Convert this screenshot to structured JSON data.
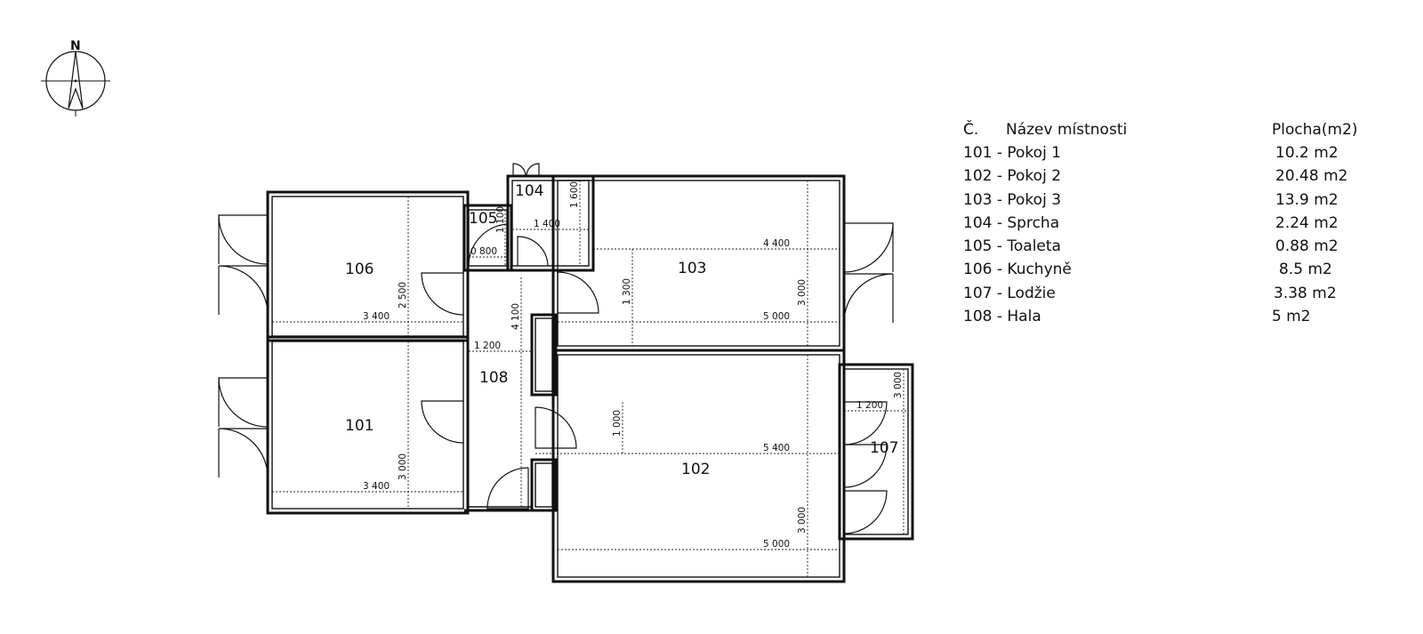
{
  "compass": {
    "label": "N"
  },
  "rooms": [
    {
      "id": "101",
      "label": "101"
    },
    {
      "id": "102",
      "label": "102"
    },
    {
      "id": "103",
      "label": "103"
    },
    {
      "id": "104",
      "label": "104"
    },
    {
      "id": "105",
      "label": "105"
    },
    {
      "id": "106",
      "label": "106"
    },
    {
      "id": "107",
      "label": "107"
    },
    {
      "id": "108",
      "label": "108"
    }
  ],
  "dimensions": [
    "3 400",
    "2 500",
    "3 400",
    "3 000",
    "1 100",
    "0 800",
    "1 400",
    "1 600",
    "4 100",
    "1 200",
    "4 400",
    "1 300",
    "5 000",
    "3 000",
    "1 000",
    "5 400",
    "5 000",
    "3 000",
    "1 200",
    "3 000"
  ],
  "legend": {
    "col_no": "Č.",
    "col_name": "Název místnosti",
    "col_area": "Plocha(m2)",
    "rows": [
      {
        "entry": "101 - Pokoj 1",
        "area": "10.2 m2"
      },
      {
        "entry": "102 - Pokoj 2",
        "area": "20.48 m2"
      },
      {
        "entry": "103 - Pokoj 3",
        "area": "13.9 m2"
      },
      {
        "entry": "104 - Sprcha",
        "area": "2.24 m2"
      },
      {
        "entry": "105 - Toaleta",
        "area": "0.88 m2"
      },
      {
        "entry": "106 - Kuchyně",
        "area": "8.5 m2"
      },
      {
        "entry": "107 - Lodžie",
        "area": "3.38 m2"
      },
      {
        "entry": "108 - Hala",
        "area": "5 m2"
      }
    ]
  }
}
